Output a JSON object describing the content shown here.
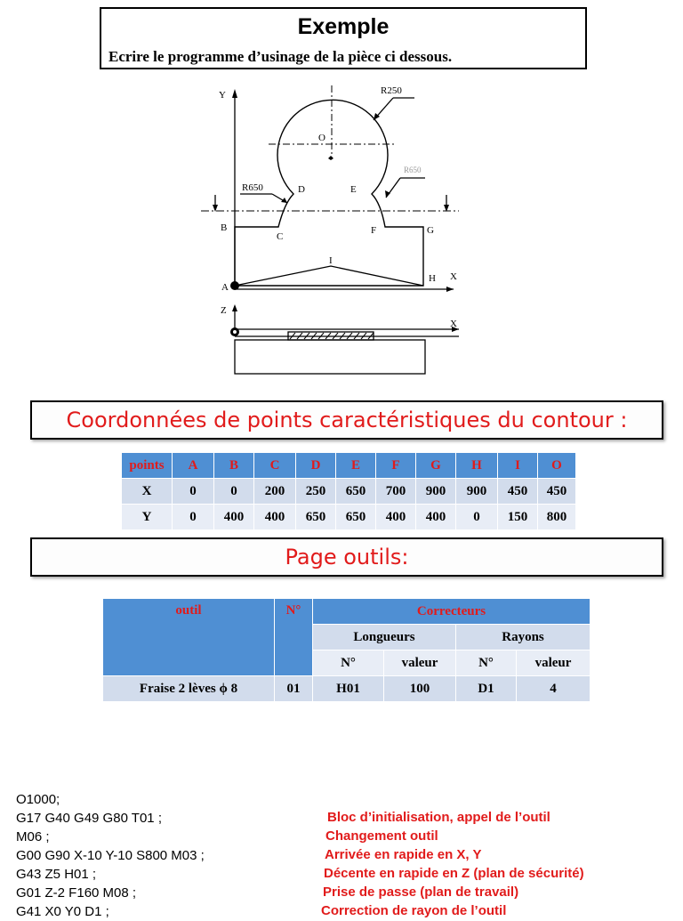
{
  "header": {
    "title": "Exemple",
    "subtitle": "Ecrire le programme d’usinage de la pièce ci dessous."
  },
  "drawing": {
    "labels": {
      "axis_y": "Y",
      "axis_x": "X",
      "axis_z": "Z",
      "axis_x2": "X",
      "radius_top": "R250",
      "radius_left": "R650",
      "radius_right": "R650",
      "center": "O",
      "A": "A",
      "B": "B",
      "C": "C",
      "D": "D",
      "E": "E",
      "F": "F",
      "G": "G",
      "H": "H",
      "I": "I"
    }
  },
  "section_coords": {
    "title": "Coordonnées de points caractéristiques du contour :",
    "header": [
      "points",
      "A",
      "B",
      "C",
      "D",
      "E",
      "F",
      "G",
      "H",
      "I",
      "O"
    ],
    "rows": [
      [
        "X",
        "0",
        "0",
        "200",
        "250",
        "650",
        "700",
        "900",
        "900",
        "450",
        "450"
      ],
      [
        "Y",
        "0",
        "400",
        "400",
        "650",
        "650",
        "400",
        "400",
        "0",
        "150",
        "800"
      ]
    ]
  },
  "section_tools": {
    "title": "Page outils:",
    "col_outil": "outil",
    "col_num": "N°",
    "col_correcteurs": "Correcteurs",
    "col_longueurs": "Longueurs",
    "col_rayons": "Rayons",
    "sub_num_l": "N°",
    "sub_val_l": "valeur",
    "sub_num_r": "N°",
    "sub_val_r": "valeur",
    "row": {
      "tool": "Fraise 2 lèves ϕ 8",
      "num": "01",
      "len_num": "H01",
      "len_val": "100",
      "ray_num": "D1",
      "ray_val": "4"
    }
  },
  "program": {
    "lines": [
      "O1000;",
      "G17 G40 G49 G80 T01 ;",
      "M06 ;",
      "G00 G90 X-10 Y-10 S800 M03 ;",
      "G43 Z5 H01 ;",
      "G01 Z-2 F160 M08 ;",
      "G41 X0 Y0 D1 ;"
    ],
    "comments": [
      "Bloc d’initialisation, appel de l’outil",
      "Changement outil",
      "Arrivée en rapide en X, Y",
      "Décente en rapide en Z (plan de sécurité)",
      "Prise de passe (plan de travail)",
      "Correction de rayon de l’outil"
    ]
  }
}
